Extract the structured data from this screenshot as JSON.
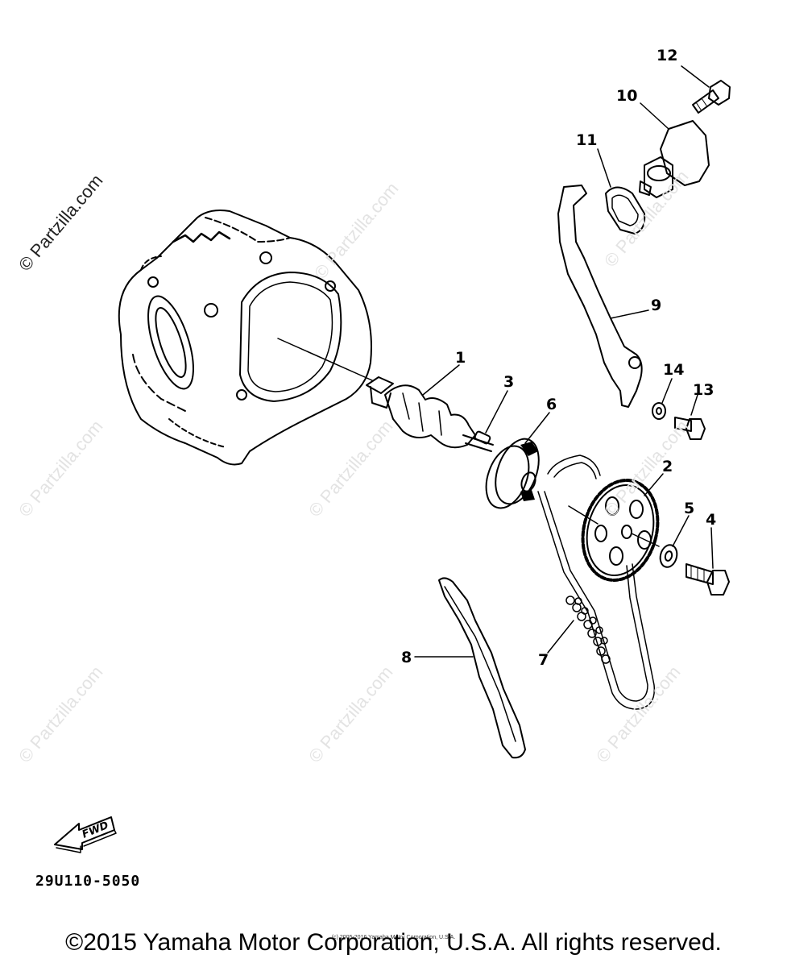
{
  "watermark": {
    "main": "© Partzilla.com",
    "tile": "© Partzilla.com"
  },
  "callouts": [
    "1",
    "2",
    "3",
    "4",
    "5",
    "6",
    "7",
    "8",
    "9",
    "10",
    "11",
    "12",
    "13",
    "14"
  ],
  "fwd_label": "FWD",
  "part_code": "29U110-5050",
  "copyright": "©2015 Yamaha Motor Corporation, U.S.A. All rights reserved.",
  "copyright_small": "(c) 2005-2016 Yamaha Motor Corporation, U.S.A."
}
